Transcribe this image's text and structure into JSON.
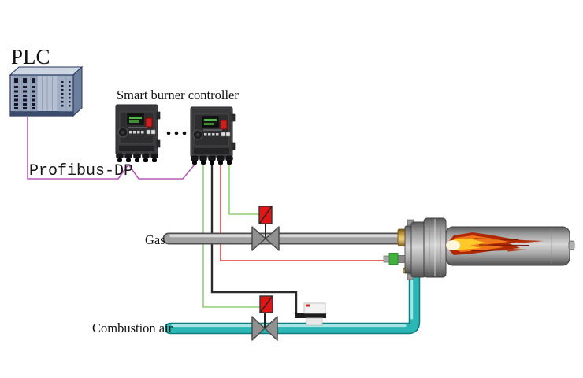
{
  "diagram": {
    "title_context": "Smart burner control system schematic",
    "labels": {
      "plc": "PLC",
      "controller_title": "Smart burner controller",
      "bus": "Profibus-DP",
      "gas_pipe": "Gas",
      "air_pipe": "Combustion air"
    },
    "icons": {
      "ellipsis_dots": "more-controllers-ellipsis"
    },
    "colors": {
      "bus_line": "#b55ab8",
      "green_wire_pale": "#8ed177",
      "green_wire": "#58bd3c",
      "red_wire": "#e23535",
      "black_wire": "#2b2b2b",
      "gas_pipe_mid": "#a0a0a0",
      "gas_pipe_dark": "#4f4f4f",
      "gas_pipe_highlight": "#d8d8d8",
      "air_pipe_mid": "#2cb5b5",
      "air_pipe_dark": "#0e7c7c",
      "air_pipe_highlight": "#a8e4e4",
      "actuator_red": "#e01515",
      "valve_gray": "#909090",
      "flame_core": "#fff6dc",
      "flame_yellow": "#ffc929",
      "flame_orange": "#f07818",
      "flame_red": "#b02800",
      "plc_front": "#a9b6ca",
      "controller_body": "#39393b"
    },
    "components": {
      "plc": "PLC rack",
      "controller_1": "burner controller node 1",
      "controller_2": "burner controller node n",
      "gas_valve": "gas butterfly valve with actuator",
      "air_valve": "combustion air butterfly valve with actuator",
      "pressure_switch": "air pressure switch",
      "igniter": "igniter / flame sensor",
      "burner": "burner barrel with flame"
    }
  }
}
